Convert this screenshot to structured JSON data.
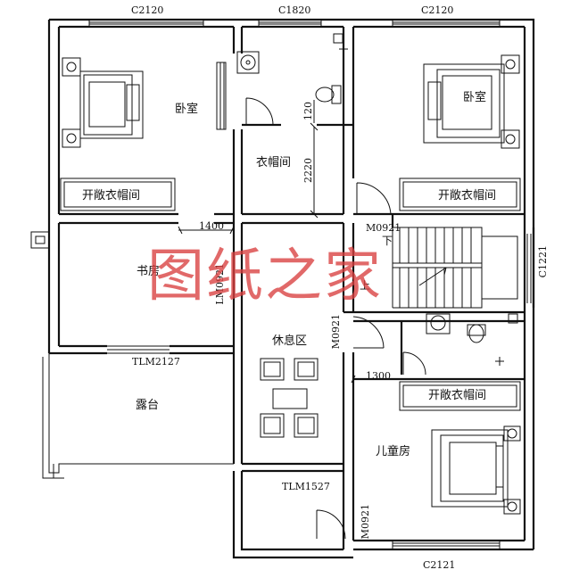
{
  "window_codes": {
    "top_left": "C2120",
    "top_middle": "C1820",
    "top_right": "C2120",
    "bottom": "C2121",
    "right": "C1221"
  },
  "door_codes": {
    "terrace_door": "TLM2127",
    "bottom_door": "TLM1527",
    "stair_door": "M0921",
    "study_door": "LM0921",
    "rest_door": "M0921",
    "child_door": "M0921"
  },
  "rooms": {
    "bedroom_left": "卧室",
    "bedroom_right": "卧室",
    "closet_left": "开敞衣帽间",
    "closet_right": "开敞衣帽间",
    "closet_lower": "开敞衣帽间",
    "cloakroom": "衣帽间",
    "study": "书房",
    "terrace": "露台",
    "lounge": "休息区",
    "child_room": "儿童房"
  },
  "stair": {
    "down": "下",
    "up": "上"
  },
  "dimensions": {
    "d1400": "1400",
    "d2220": "2220",
    "d120": "120",
    "d1300": "1300"
  },
  "watermark": "图纸之家"
}
